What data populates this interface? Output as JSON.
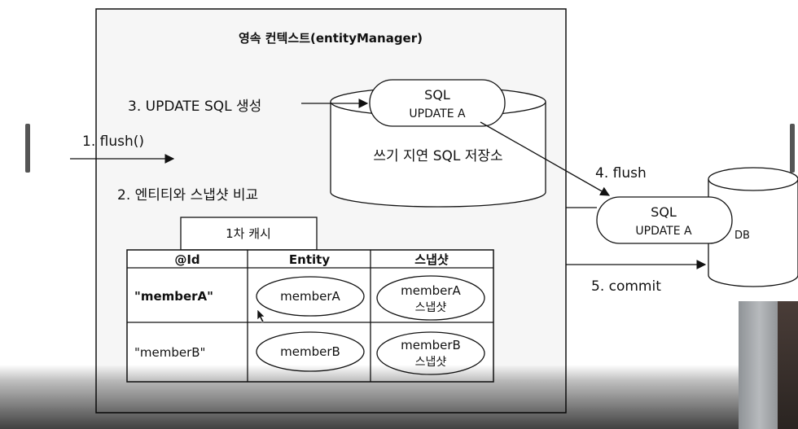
{
  "context": {
    "title": "영속 컨텍스트(entityManager)"
  },
  "steps": {
    "flush_call": "1. flush()",
    "compare": "2. 엔티티와 스냅샷 비교",
    "update_sql": "3. UPDATE SQL 생성",
    "flush": "4. flush",
    "commit": "5. commit"
  },
  "write_store": {
    "label": "쓰기 지연 SQL 저장소",
    "sql_line1": "SQL",
    "sql_line2": "UPDATE A"
  },
  "db": {
    "label": "DB",
    "sql_line1": "SQL",
    "sql_line2": "UPDATE A"
  },
  "cache": {
    "title": "1차 캐시",
    "headers": [
      "@Id",
      "Entity",
      "스냅샷"
    ],
    "rows": [
      {
        "id": "\"memberA\"",
        "entity": "memberA",
        "snapshot_line1": "memberA",
        "snapshot_line2": "스냅샷"
      },
      {
        "id": "\"memberB\"",
        "entity": "memberB",
        "snapshot_line1": "memberB",
        "snapshot_line2": "스냅샷"
      }
    ]
  },
  "colors": {
    "panel": "#f6f6f6",
    "stroke": "#111111",
    "shape_fill": "#ffffff"
  }
}
